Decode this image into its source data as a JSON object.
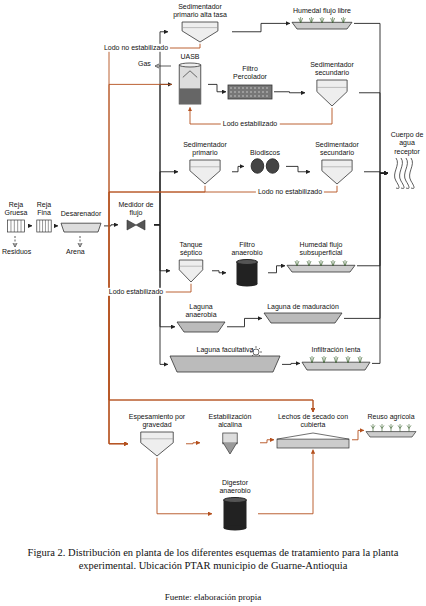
{
  "diagram": {
    "caption": "Figura 2. Distribución en planta de los diferentes esquemas de tratamiento para la planta experimental. Ubicación PTAR municipio de Guarne-Antioquia",
    "nodes": [
      {
        "text": [
          "Reja Gruesa"
        ]
      },
      {
        "text": [
          "Reja Fina"
        ]
      },
      {
        "text": [
          "Desarenador"
        ]
      },
      {
        "text": [
          "Medidor de flujo"
        ]
      },
      {
        "text": [
          "Sedimentador primario alta tasa"
        ]
      },
      {
        "text": [
          "Humedal flujo libre"
        ]
      },
      {
        "text": [
          "UASB"
        ]
      },
      {
        "text": [
          "Filtro Percolador"
        ]
      },
      {
        "text": [
          "Sedimentador secundario"
        ]
      },
      {
        "text": [
          "Sedimentador primario"
        ]
      },
      {
        "text": [
          "Biodiscos"
        ]
      },
      {
        "text": [
          "Sedimentador secundario"
        ]
      },
      {
        "text": [
          "Tanque séptico"
        ]
      },
      {
        "text": [
          "Filtro anaerobio"
        ]
      },
      {
        "text": [
          "Humedal flujo subsuperficial"
        ]
      },
      {
        "text": [
          "Laguna anaerobia"
        ]
      },
      {
        "text": [
          "Laguna de maduración"
        ]
      },
      {
        "text": [
          "Laguna facultativa"
        ]
      },
      {
        "text": [
          "Infiltración lenta"
        ]
      },
      {
        "text": [
          "Cuerpo de agua receptor"
        ]
      },
      {
        "text": [
          "Espesamiento por gravedad"
        ]
      },
      {
        "text": [
          "Estabilización alcalina"
        ]
      },
      {
        "text": [
          "Lechos de secado con cubierta"
        ]
      },
      {
        "text": [
          "Reuso agrícola"
        ]
      },
      {
        "text": [
          "Digestor anaerobio"
        ]
      }
    ],
    "edges": [
      {
        "from": 0,
        "to": 1,
        "arrow": "to"
      },
      {
        "from": 1,
        "to": 2,
        "arrow": "to"
      },
      {
        "from": 2,
        "to": 3,
        "arrow": "to"
      },
      {
        "from": 3,
        "to": 4,
        "arrow": "to"
      },
      {
        "from": 4,
        "to": 5,
        "arrow": "to"
      },
      {
        "from": 5,
        "to": 19,
        "arrow": "to"
      },
      {
        "from": 3,
        "to": 6,
        "arrow": "to"
      },
      {
        "from": 6,
        "to": 7,
        "arrow": "to"
      },
      {
        "from": 7,
        "to": 8,
        "arrow": "to"
      },
      {
        "from": 8,
        "to": 19,
        "arrow": "to"
      },
      {
        "from": 3,
        "to": 9,
        "arrow": "to"
      },
      {
        "from": 9,
        "to": 10,
        "arrow": "to"
      },
      {
        "from": 10,
        "to": 11,
        "arrow": "to"
      },
      {
        "from": 11,
        "to": 19,
        "arrow": "to"
      },
      {
        "from": 3,
        "to": 12,
        "arrow": "to"
      },
      {
        "from": 12,
        "to": 13,
        "arrow": "to"
      },
      {
        "from": 13,
        "to": 14,
        "arrow": "to"
      },
      {
        "from": 14,
        "to": 19,
        "arrow": "to"
      },
      {
        "from": 3,
        "to": 15,
        "arrow": "to"
      },
      {
        "from": 15,
        "to": 16,
        "arrow": "to"
      },
      {
        "from": 16,
        "to": 19,
        "arrow": "to"
      },
      {
        "from": 3,
        "to": 17,
        "arrow": "to"
      },
      {
        "from": 17,
        "to": 18,
        "arrow": "to"
      },
      {
        "from": 18,
        "to": 19,
        "arrow": "to"
      },
      {
        "from": 4,
        "to": 20,
        "label": "Lodo no estabilizado",
        "arrow": "to"
      },
      {
        "from": 8,
        "to": 6,
        "label": "Lodo estabilizado",
        "arrow": "to"
      },
      {
        "from": 6,
        "to": 22,
        "arrow": "to"
      },
      {
        "from": 9,
        "to": 20,
        "arrow": "to"
      },
      {
        "from": 11,
        "to": 20,
        "label": "Lodo no estabilizado",
        "arrow": "to"
      },
      {
        "from": 12,
        "to": 22,
        "label": "Lodo estabilizado",
        "arrow": "to"
      },
      {
        "from": 20,
        "to": 21,
        "arrow": "to"
      },
      {
        "from": 21,
        "to": 22,
        "arrow": "to"
      },
      {
        "from": 22,
        "to": 23,
        "arrow": "to"
      },
      {
        "from": 20,
        "to": 24,
        "arrow": "to"
      },
      {
        "from": 24,
        "to": 22,
        "arrow": "to"
      }
    ],
    "labels": [
      "Gas",
      "Residuos",
      "Arena",
      "Fuente: elaboración propia"
    ]
  }
}
